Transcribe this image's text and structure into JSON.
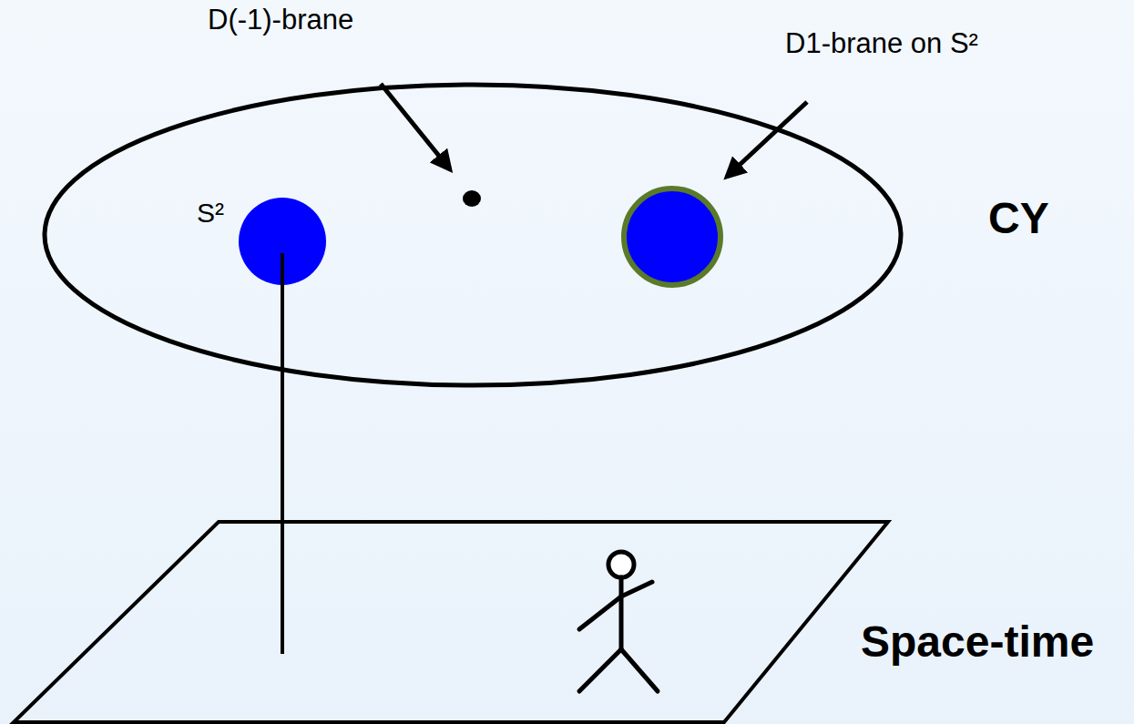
{
  "diagram": {
    "nodes": [
      {
        "text": [
          "CY"
        ]
      },
      {
        "text": [
          "S²"
        ],
        "in": 0
      },
      {
        "text": [
          "Space-time"
        ]
      }
    ],
    "edges": [
      {
        "from": 1,
        "to": 2,
        "arrow": "none"
      }
    ],
    "labels": [
      "D(-1)-brane",
      "D1-brane on S²"
    ]
  }
}
